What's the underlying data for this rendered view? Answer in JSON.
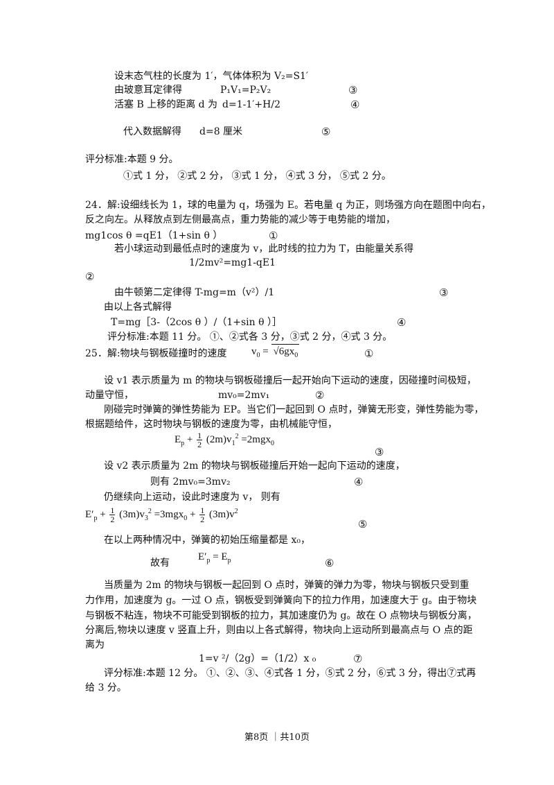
{
  "lines": {
    "l1": "设末态气柱的长度为 1′，气体体积为 V₂=S1′",
    "l2a": "由玻意耳定律得",
    "l2b": "P₁V₁=P₂V₂",
    "l3a": "活塞 B 上移的距离 d 为",
    "l3b": "d=1-1′+H/2",
    "l4a": "代入数据解得",
    "l4b": "d=8 厘米",
    "s23": "评分标准:本题 9 分。",
    "s23b": "①式 1 分，   ②式 2 分，     ③式 1 分，     ④式 3 分，   ⑤式 2 分。",
    "p24a": "24．解:设细线长为 1，球的电量为 q，场强为 E。若电量 q 为正，则场强方向在题图中向右，",
    "p24b": "反之向左。从释放点到左侧最高点，重力势能的减少等于电势能的增加，",
    "p24c": "mg1cos θ =qE1（1+sin θ ）",
    "p24d": "若小球运动到最低点时的速度为 v，此时线的拉力为 T，由能量关系得",
    "p24e": "1/2mv²=mg1-qE1",
    "p24f": "由牛顿第二定律得    T-mg=m（v²）/1",
    "p24g": "由以上各式解得",
    "p24h": "T=mg［3-（2cos θ ）/（1+sin θ ）］",
    "s24": "评分标准:本题 11 分。 ①、②式各 3 分，③式 2 分，④式 3 分。",
    "p25a": "25．解:物块与钢板碰撞时的速度",
    "p25b": "设 v1 表示质量为 m 的物块与钢板碰撞后一起开始向下运动的速度，因碰撞时间极短，",
    "p25c": "动量守恒，",
    "p25c2": "mv₀=2mv₁",
    "p25d": "刚碰完时弹簧的弹性势能为 EP。当它们一起回到 O 点时，弹簧无形变，弹性势能为零，",
    "p25e": "根据题给件，这时物块与钢板的速度为零，由机械能守恒，",
    "p25f": "设 v2 表示质量为 2m 的物块与钢板碰撞后开始一起向下运动的速度，",
    "p25g": "则有  2mv₀=3mv₂",
    "p25h": "仍继续向上运动，设此时速度为 v，       则有",
    "p25i": "在以上两种情况中，弹簧的初始压缩量都是 x₀，",
    "p25j": "故有",
    "p25k": "当质量为 2m 的物块与钢板一起回到 O 点时，弹簧的弹力为零，物块与钢板只受到重",
    "p25l": "力作用，加速度为 g。一过 O 点，钢板受到弹簧向下的拉力作用，加速度大于 g。由于物块",
    "p25m": "与钢板不粘连，物块不可能受到钢板的拉力，其加速度仍为 g。故在 O 点物块与钢板分离，",
    "p25n": "分离后,物块以速度 v 竖直上升，则由以上各式解得，物块向上运动所到最高点与 O 点的距",
    "p25o": "离为",
    "p25p": "1=v ²/（2g）=（1/2）x ₀",
    "s25a": "评分标准:本题 12 分。 ①、②、③、④式各 1 分，⑤式 2 分，⑥式 3 分，得出⑦式再",
    "s25b": "给 3 分。"
  },
  "markers": {
    "c1": "①",
    "c2": "②",
    "c3": "③",
    "c4": "④",
    "c5": "⑤",
    "c6": "⑥",
    "c7": "⑦"
  },
  "formulas": {
    "v0_lhs": "v",
    "v0_sub": "0",
    "v0_eq": "=",
    "v0_rad": "6gx",
    "v0_radsub": "0",
    "ep_lhs": "E",
    "ep_sub": "p",
    "ep_plus": "+",
    "half_num": "1",
    "half_den": "2",
    "ep_mid": "(2m)v",
    "ep_vsub": "1",
    "ep_vsup": "2",
    "ep_rhs": "=2mgx",
    "ep_rhssub": "0",
    "e5_lhs": "E′",
    "e5_sub": "p",
    "e5_mid": "(3m)v",
    "e5_vsub": "3",
    "e5_vsup": "2",
    "e5_rhs": "=3mgx",
    "e5_rhssub": "0",
    "e5_plus": "+",
    "e5_tail": "(3m)v",
    "e5_tailsup": "2",
    "e6_lhs": "E′",
    "e6_sub": "p",
    "e6_eq": "=",
    "e6_rhs": "E",
    "e6_rhssub": "p"
  },
  "footer": "第8页 ｜共10页"
}
